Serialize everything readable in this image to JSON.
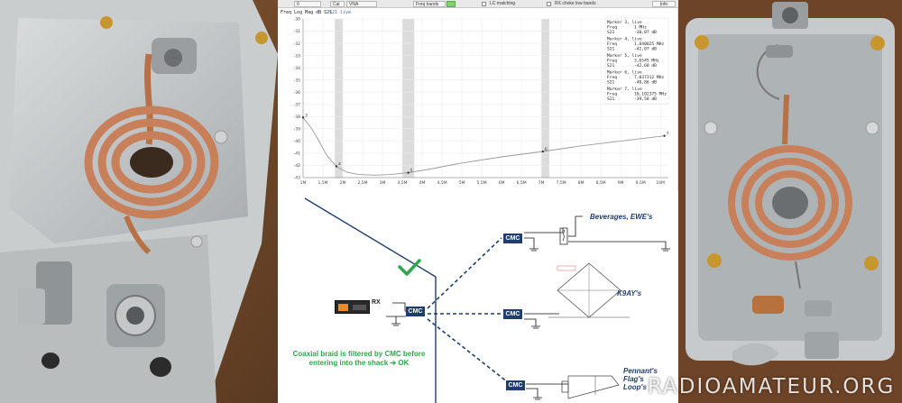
{
  "vna": {
    "toolbar": {
      "field_zero": "0",
      "cal_label": "Cal",
      "cal_value": "VNA",
      "freq_bands": "Freq bands",
      "lc_matching": "LC matching",
      "rx_choke": "RX choke low bands",
      "info": "Info"
    },
    "trace_label": "Freq Log Mag dB S21",
    "trace_sub": "S21 live",
    "markers": [
      {
        "title": "Marker 3, live",
        "freq": "1 MHz",
        "s21": "-38,07 dB"
      },
      {
        "title": "Marker 4, live",
        "freq": "1,840025 MHz",
        "s21": "-42,07 dB"
      },
      {
        "title": "Marker 5, live",
        "freq": "3,6545 MHz",
        "s21": "-42,60 dB"
      },
      {
        "title": "Marker 6, live",
        "freq": "7,037312 MHz",
        "s21": "-40,86 dB"
      },
      {
        "title": "Marker 7, live",
        "freq": "10,102375 MHz",
        "s21": "-39,58 dB"
      }
    ],
    "marker_freq_label": "Freq",
    "marker_s21_label": "S21"
  },
  "chart_data": {
    "type": "line",
    "title": "Freq Log Mag dB S21",
    "xlabel": "",
    "ylabel": "",
    "xlim": [
      1,
      10.2
    ],
    "ylim": [
      -43,
      -30
    ],
    "x_ticks": [
      "1M",
      "1,5M",
      "2M",
      "2,5M",
      "3M",
      "3,5M",
      "4M",
      "4,5M",
      "5M",
      "5,5M",
      "6M",
      "6,5M",
      "7M",
      "7,5M",
      "8M",
      "8,5M",
      "9M",
      "9,5M",
      "10M"
    ],
    "y_ticks": [
      "-30",
      "-31",
      "-32",
      "-33",
      "-34",
      "-35",
      "-36",
      "-37",
      "-38",
      "-39",
      "-40",
      "-41",
      "-42",
      "-43"
    ],
    "band_highlights": [
      [
        1.8,
        2.0
      ],
      [
        3.5,
        3.8
      ],
      [
        7.0,
        7.2
      ]
    ],
    "series": [
      {
        "values_x": [
          1.0,
          1.2,
          1.4,
          1.6,
          1.84,
          2.1,
          2.4,
          2.8,
          3.2,
          3.65,
          4.2,
          5.0,
          6.0,
          7.04,
          8.0,
          9.0,
          10.1
        ],
        "values_y": [
          -38.1,
          -38.9,
          -40.0,
          -41.2,
          -42.1,
          -42.55,
          -42.75,
          -42.8,
          -42.75,
          -42.6,
          -42.3,
          -41.8,
          -41.3,
          -40.86,
          -40.4,
          -40.0,
          -39.58
        ]
      }
    ],
    "markers": [
      {
        "id": "3",
        "x": 1.0,
        "y": -38.07
      },
      {
        "id": "4",
        "x": 1.84,
        "y": -42.07
      },
      {
        "id": "5",
        "x": 3.65,
        "y": -42.6
      },
      {
        "id": "6",
        "x": 7.04,
        "y": -40.86
      },
      {
        "id": "7",
        "x": 10.1,
        "y": -39.58
      }
    ],
    "grid": true
  },
  "diagram": {
    "cmc_label": "CMC",
    "rx_label": "RX",
    "beverages_label": "Beverages, EWE's",
    "k9ay_label": "K9AY's",
    "pennant_label_lines": [
      "Pennant's",
      "Flag's",
      "Loop's"
    ],
    "caption_lines": [
      "Coaxial braid is filtered by CMC before",
      "entering into the shack ➔ OK"
    ],
    "check_icon": "check-mark-icon",
    "colors": {
      "navy": "#1f3e6e",
      "green": "#30a74a"
    }
  },
  "watermark": "RADIOAMATEUR.ORG"
}
